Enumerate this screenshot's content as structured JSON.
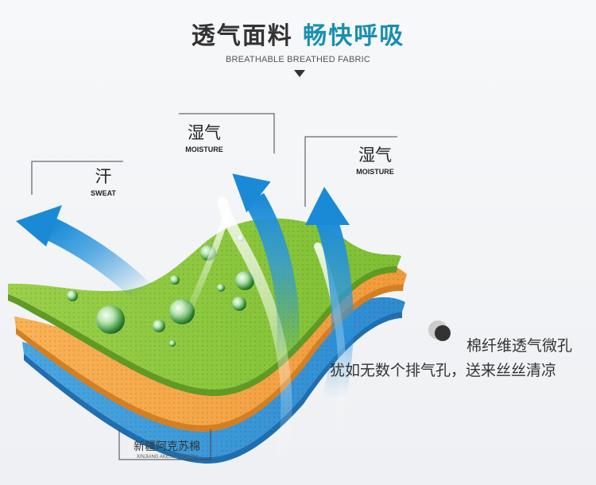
{
  "header": {
    "title_part1": "透气面料",
    "title_part2": "畅快呼吸",
    "subtitle": "BREATHABLE BREATHED FABRIC"
  },
  "labels": {
    "moisture_left": {
      "cn": "湿气",
      "en": "MOISTURE"
    },
    "moisture_right": {
      "cn": "湿气",
      "en": "MOISTURE"
    },
    "sweat": {
      "cn": "汗",
      "en": "SWEAT"
    }
  },
  "cotton": {
    "cn": "新疆阿克苏棉",
    "en": "XINJIANG AKESU COTTON"
  },
  "feature": {
    "line1": "棉纤维透气微孔",
    "line2": "犹如无数个排气孔，送来丝丝清凉"
  },
  "colors": {
    "green_layer": "#8cc63f",
    "orange_layer": "#f5a646",
    "blue_layer": "#3d9ad8",
    "arrow_blue": "#1a8ad6",
    "accent_title": "#1a8fb0"
  }
}
